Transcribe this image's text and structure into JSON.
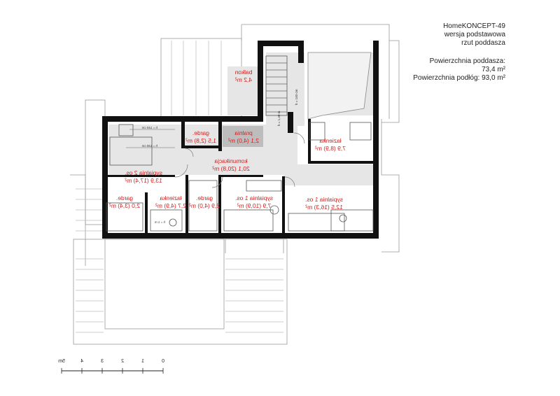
{
  "title_block": {
    "project": "HomeKONCEPT-49",
    "version": "wersja podstawowa",
    "view": "rzut poddasza",
    "attic_area_label": "Powierzchnia poddasza:",
    "attic_area_value": "73,4 m²",
    "floor_area_label": "Powierzchnia podłóg: 93,0 m²"
  },
  "rooms": [
    {
      "name": "balkon",
      "area": "4,2 m²"
    },
    {
      "name": "pralnia",
      "area": "2,1 (4,0) m²"
    },
    {
      "name": "garde.",
      "area": "1,5 (2,8) m²"
    },
    {
      "name": "łazienka",
      "area": "7,9 (8,9) m²"
    },
    {
      "name": "komunikacja",
      "area": "20,1 (20,8) m²"
    },
    {
      "name": "sypialnia 2 os.",
      "area": "13,9 (17,4) m²"
    },
    {
      "name": "sypialnia 1 os.",
      "area": "7,9 (10,9) m²"
    },
    {
      "name": "garde.",
      "area": "2,9 (4,0) m²"
    },
    {
      "name": "łazienka",
      "area": "2,7 (4,9) m²"
    },
    {
      "name": "garde.",
      "area": "2,0 (3,4) m²"
    },
    {
      "name": "sypialnia 1 os.",
      "area": "12,5 (16,3) m²"
    }
  ],
  "dimension_notes": [
    "h = 140 cm",
    "h = 130 cm",
    "h = 140 cm",
    "h = 1,40 m",
    "h = 1 m"
  ],
  "scale_bar": {
    "labels": [
      "0",
      "1",
      "2",
      "3",
      "4",
      "5m"
    ]
  }
}
